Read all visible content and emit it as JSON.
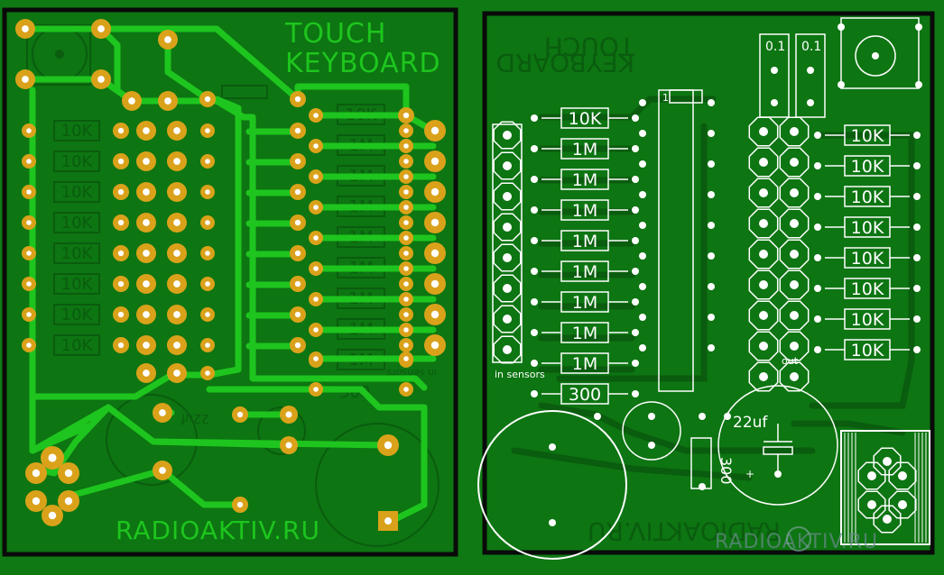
{
  "colors": {
    "board": "#0f7a14",
    "board_dark": "#0b6a10",
    "trace": "#1ec51e",
    "pad_gold": "#d9a21a",
    "silk": "#ffffff",
    "outline": "#0a0a0a",
    "ghost": "#0a5c0e"
  },
  "left_board": {
    "title_line1": "TOUCH",
    "title_line2": "KEYBOARD",
    "footer": "RADIOAKTIV.RU",
    "cap_label": "22uf",
    "ghost_resistors_left": [
      "10K",
      "10K",
      "10K",
      "10K",
      "10K",
      "10K",
      "10K",
      "10K"
    ],
    "ghost_resistors_right": [
      "10K",
      "1M",
      "1M",
      "1M",
      "1M",
      "1M",
      "1M",
      "1M",
      "1M"
    ],
    "ghost_300": "300",
    "ghost_sensors": "in sensors"
  },
  "right_board": {
    "title_line1": "TOUCH",
    "title_line2": "KEYBOARD",
    "footer": "RADIOAKTIV.RU",
    "cap1": "0.1",
    "cap2": "0.1",
    "ic_pin1": "1",
    "resistors_left": [
      "10K",
      "1M",
      "1M",
      "1M",
      "1M",
      "1M",
      "1M",
      "1M",
      "1M"
    ],
    "resistor_300_a": "300",
    "resistor_300_b": "300",
    "resistors_right": [
      "10K",
      "10K",
      "10K",
      "10K",
      "10K",
      "10K",
      "10K",
      "10K"
    ],
    "sensors_label": "in sensors",
    "out_label": "out",
    "cap_big": "22uf",
    "plus_sign": "+",
    "watermark": "RADIOAKTIV.RU"
  }
}
